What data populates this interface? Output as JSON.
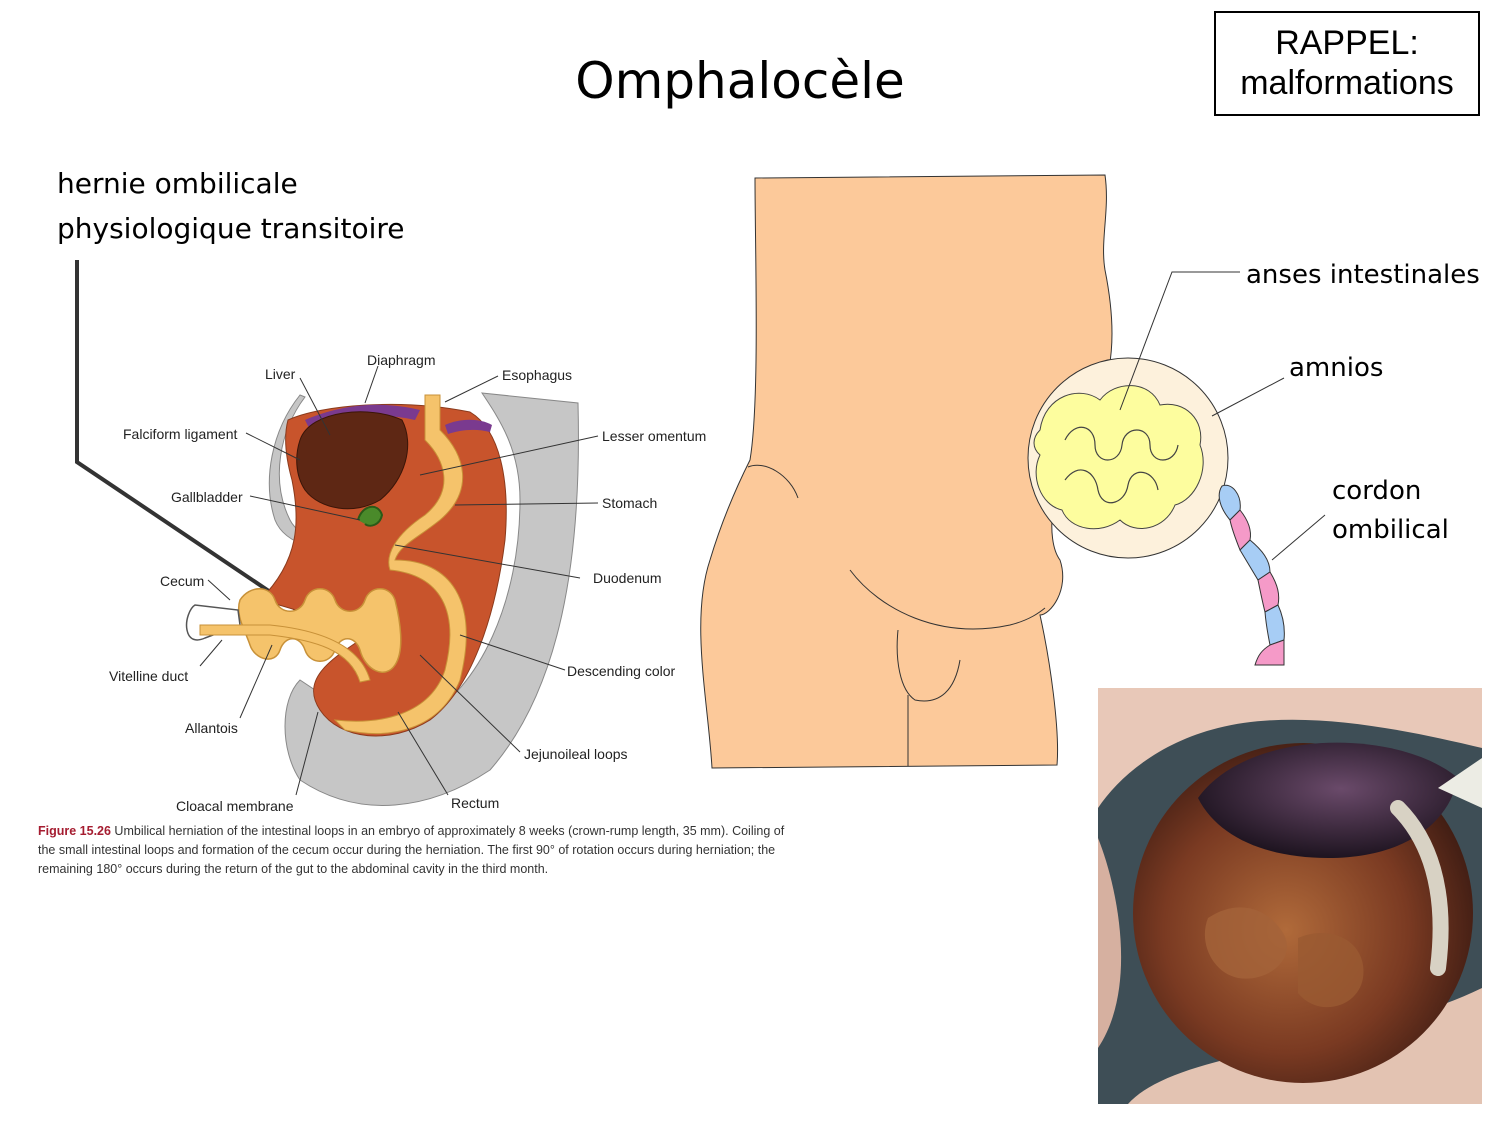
{
  "slide": {
    "title": "Omphalocèle",
    "rappel_line1": "RAPPEL:",
    "rappel_line2": "malformations"
  },
  "left_diagram": {
    "hernie_line1": "hernie ombilicale",
    "hernie_line2": "physiologique transitoire",
    "labels": {
      "diaphragm": "Diaphragm",
      "liver": "Liver",
      "esophagus": "Esophagus",
      "falciform": "Falciform ligament",
      "lesser_omentum": "Lesser omentum",
      "gallbladder": "Gallbladder",
      "stomach": "Stomach",
      "cecum": "Cecum",
      "duodenum": "Duodenum",
      "vitelline": "Vitelline duct",
      "descending": "Descending color",
      "allantois": "Allantois",
      "jejunoileal": "Jejunoileal loops",
      "cloacal": "Cloacal membrane",
      "rectum": "Rectum"
    },
    "caption_figure": "Figure 15.26",
    "caption_text": " Umbilical herniation of the intestinal loops in an embryo of approximately 8 weeks (crown-rump length, 35 mm). Coiling of the small intestinal loops and formation of the cecum occur during the herniation. The first 90° of rotation occurs during herniation; the remaining 180° occurs during the return of the gut to the abdominal cavity in the third month."
  },
  "right_diagram": {
    "anses": "anses intestinales",
    "amnios": "amnios",
    "cordon_line1": "cordon",
    "cordon_line2": "ombilical"
  },
  "colors": {
    "skin": "#fcc99a",
    "amnion": "#fdf1dc",
    "intestine": "#fdfd9e",
    "cord_pink": "#f59ac8",
    "cord_blue": "#a7cdf5",
    "mesentery": "#c8542c",
    "gut": "#f5c36b",
    "liver": "#5e2714",
    "diaphragm": "#7a3a8f",
    "wall_gray": "#c6c6c6",
    "caption_figure": "#a51c30"
  }
}
